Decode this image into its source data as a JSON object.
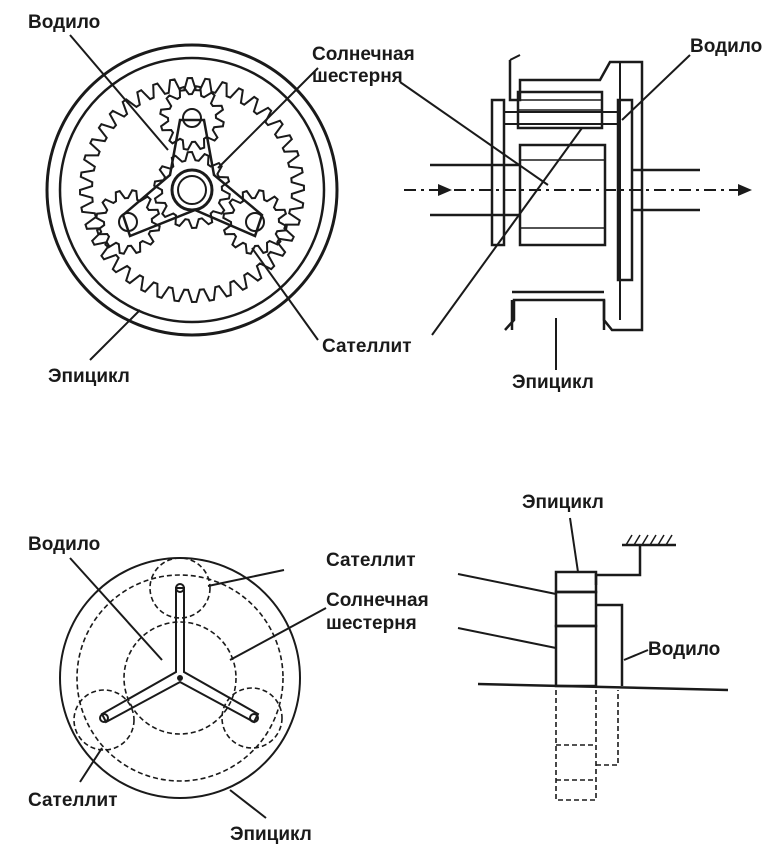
{
  "labels": {
    "d1_carrier": "Водило",
    "d1_sun_line1": "Солнечная",
    "d1_sun_line2": "шестерня",
    "d1_carrier_right": "Водило",
    "d1_planet": "Сателлит",
    "d1_ring_left": "Эпицикл",
    "d1_ring_right": "Эпицикл",
    "d2_carrier": "Водило",
    "d2_planet": "Сателлит",
    "d2_sun_line1": "Солнечная",
    "d2_sun_line2": "шестерня",
    "d2_ring": "Эпицикл",
    "d2_ring_right": "Эпицикл",
    "d2_planet_right": "Сателлит",
    "d2_carrier_right": "Водило"
  },
  "colors": {
    "ink": "#1a1a1a",
    "background": "#ffffff"
  }
}
